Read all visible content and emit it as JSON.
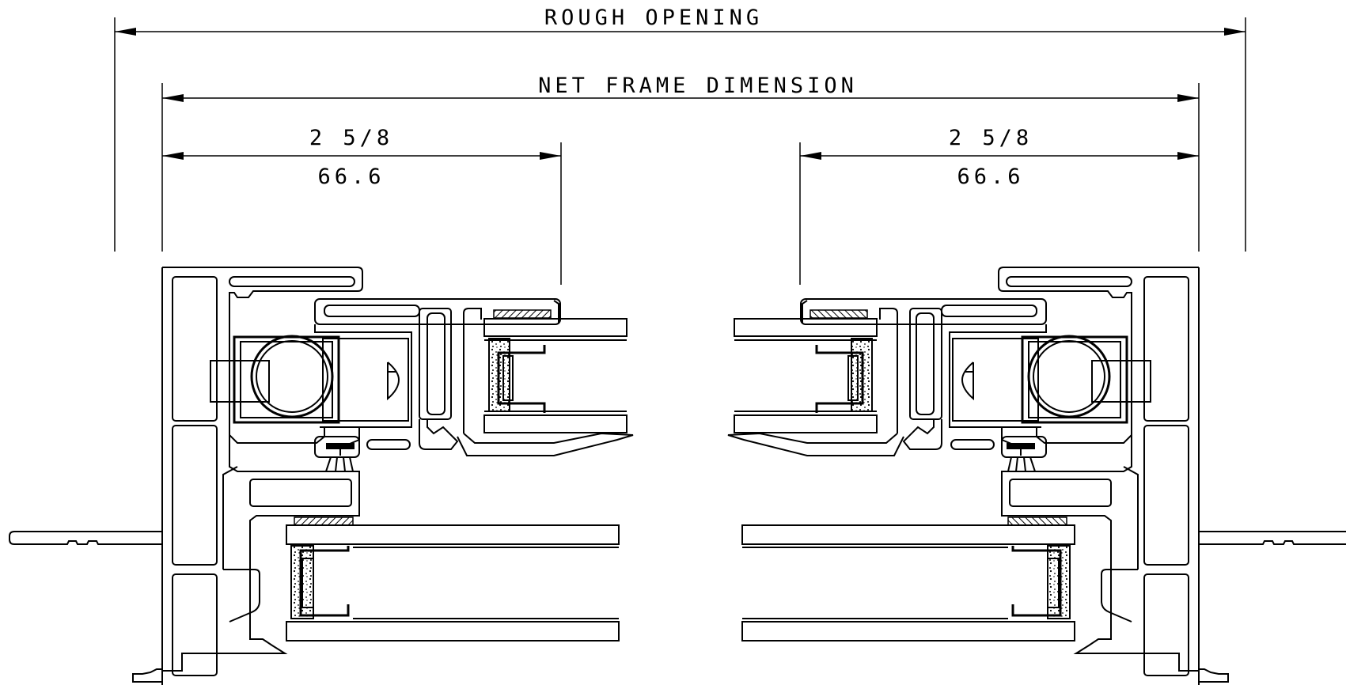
{
  "dimensions": {
    "rough_opening": "ROUGH OPENING",
    "net_frame": "NET FRAME DIMENSION",
    "left": {
      "imperial": "2 5/8",
      "metric": "66.6"
    },
    "right": {
      "imperial": "2 5/8",
      "metric": "66.6"
    }
  }
}
